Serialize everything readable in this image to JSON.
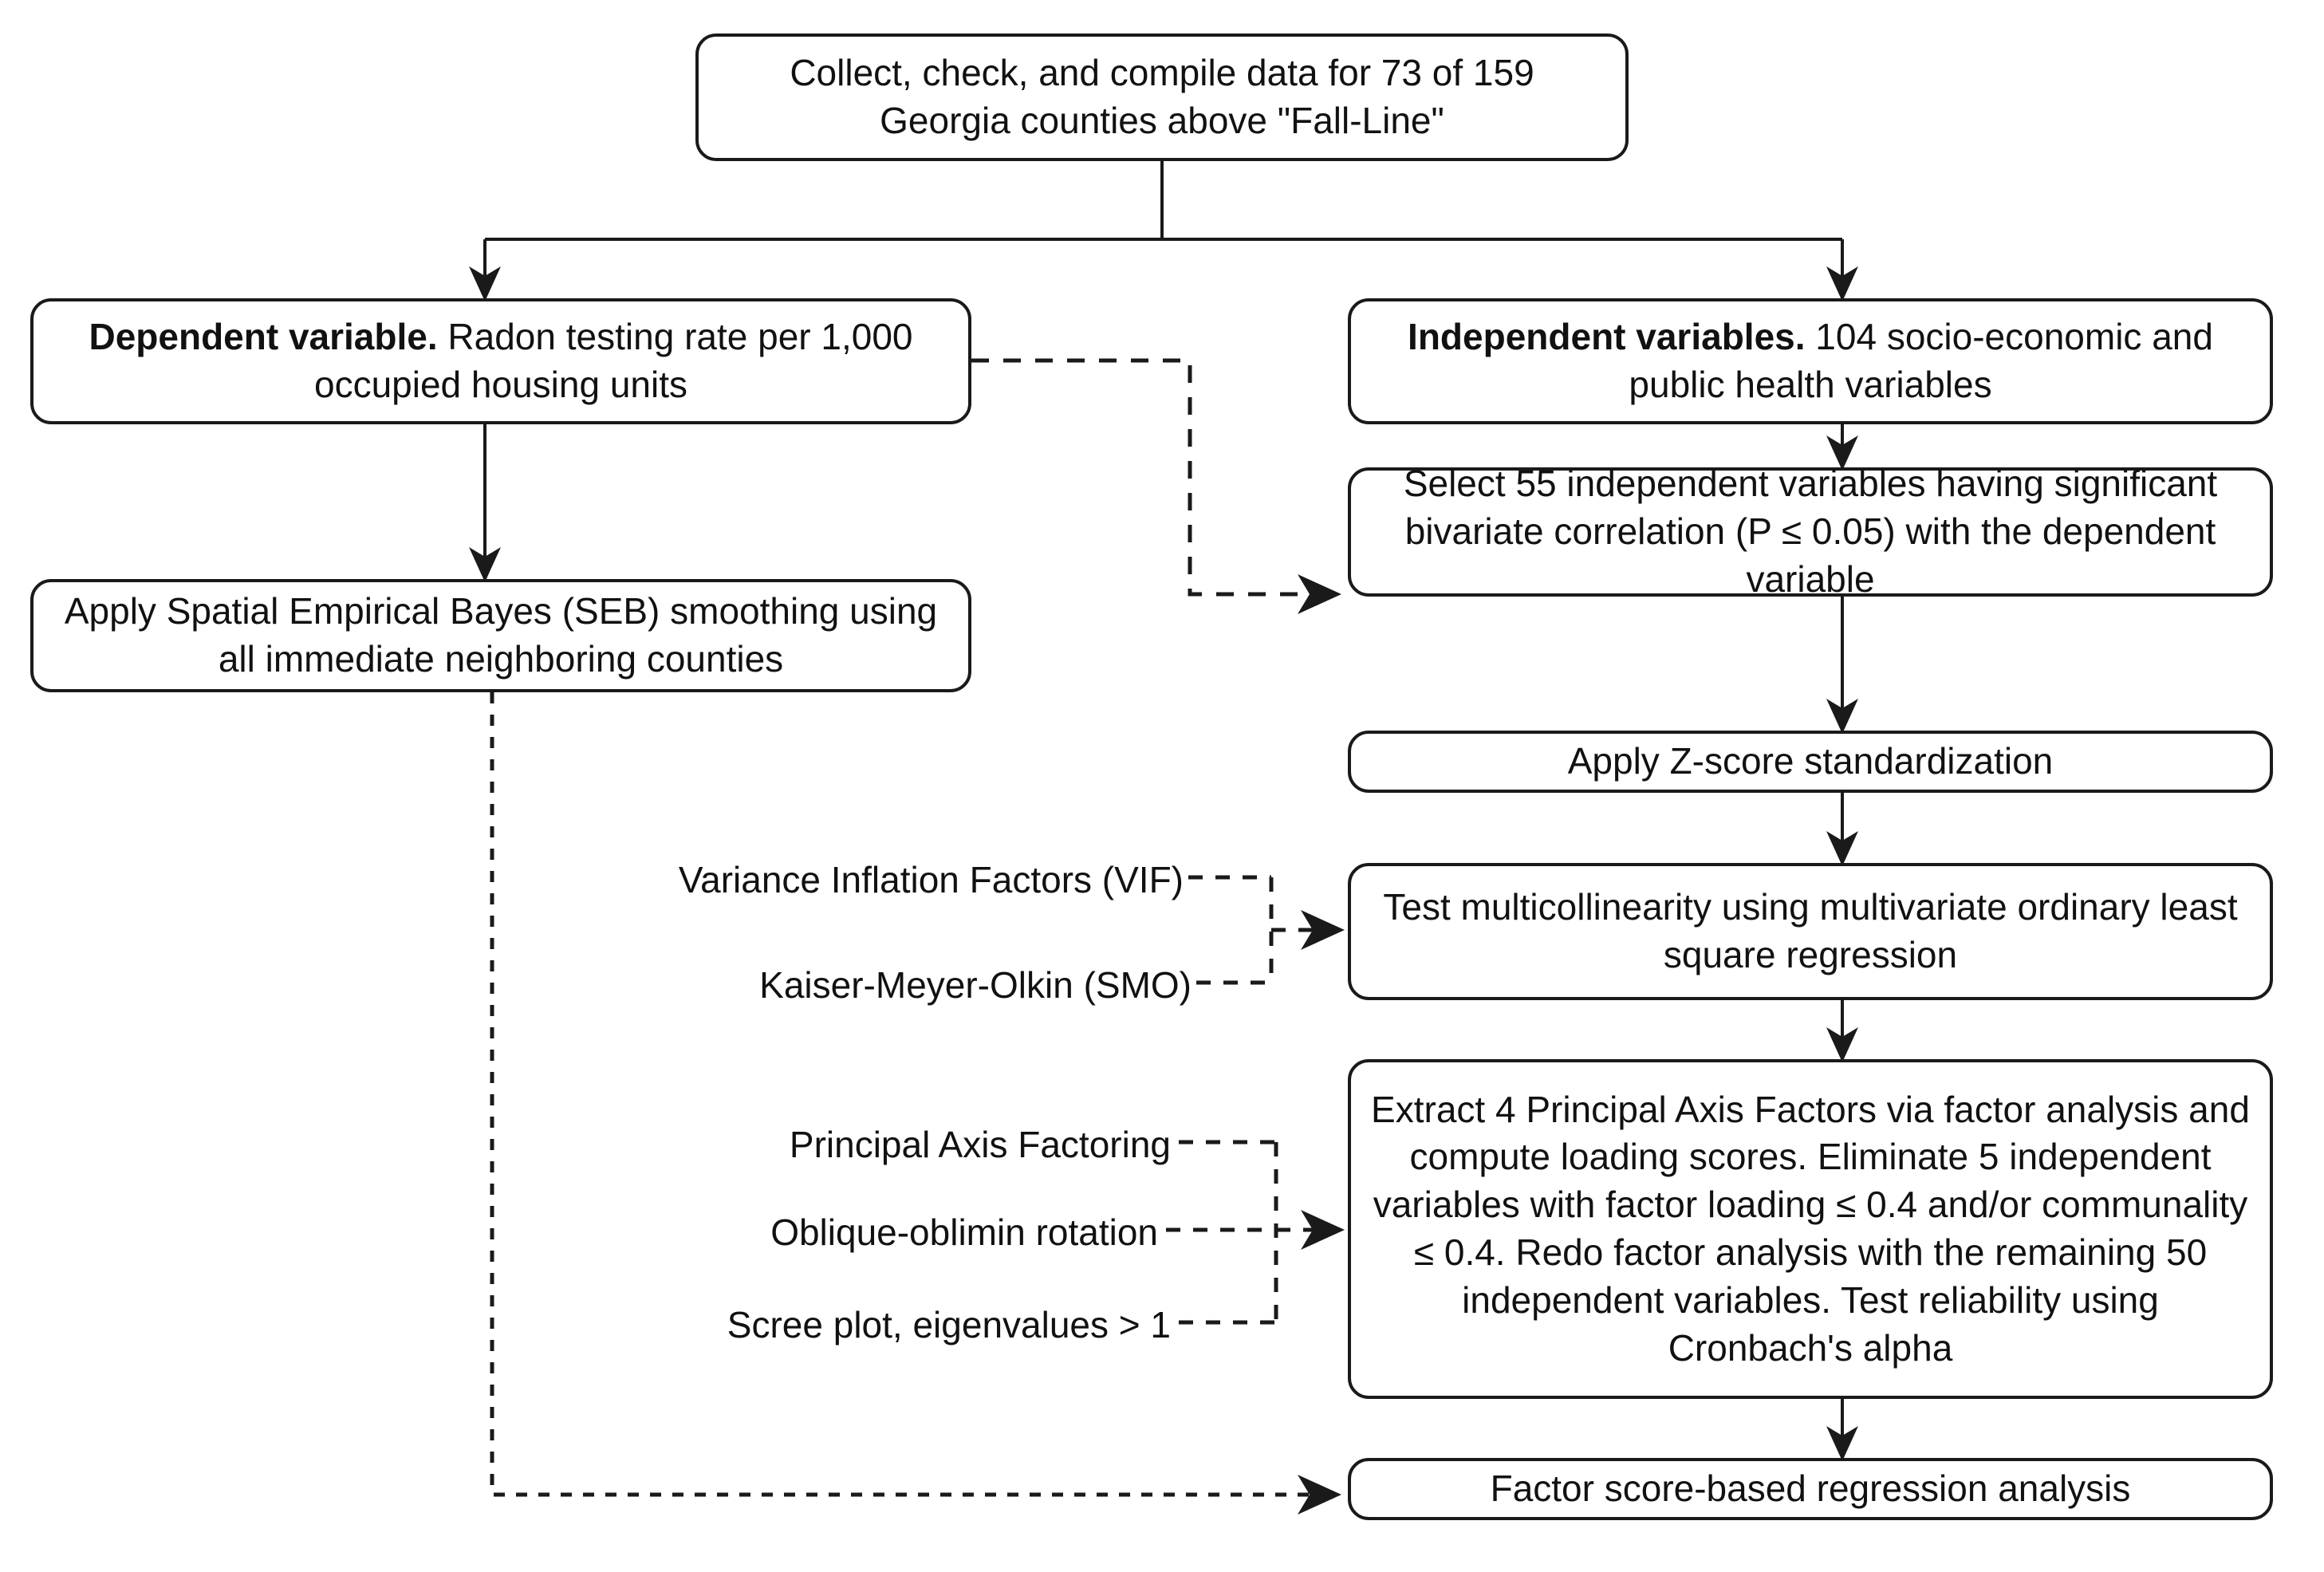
{
  "diagram": {
    "title": "Radon testing rate factor analysis workflow",
    "line_color": "#1a1a1a",
    "box_fill": "#ffffff",
    "text_color": "#111111"
  },
  "nodes": {
    "collect": {
      "line1": "Collect, check, and compile data for 73 of 159",
      "line2": "Georgia counties above \"Fall-Line\""
    },
    "dependent": {
      "bold": "Dependent variable.",
      "rest": " Radon testing rate per 1,000 occupied housing units"
    },
    "independent": {
      "bold": "Independent variables.",
      "rest": " 104 socio-economic and public health variables"
    },
    "seb": {
      "text": "Apply Spatial Empirical Bayes (SEB) smoothing using all immediate neighboring counties"
    },
    "select": {
      "text": "Select 55 independent variables having significant bivariate correlation (P ≤ 0.05) with the dependent variable"
    },
    "zscore": {
      "text": "Apply Z-score standardization"
    },
    "multicollinearity": {
      "text": "Test multicollinearity using multivariate ordinary least square regression"
    },
    "extract": {
      "text": "Extract 4 Principal Axis Factors via factor analysis and compute loading scores. Eliminate 5 independent variables with factor loading ≤ 0.4 and/or communality ≤ 0.4. Redo factor analysis with the remaining 50 independent variables. Test reliability using Cronbach's alpha"
    },
    "regression": {
      "text": "Factor score-based regression analysis"
    }
  },
  "side_labels": {
    "vif": "Variance Inflation Factors (VIF)",
    "kmo": "Kaiser-Meyer-Olkin (SMO)",
    "paf": "Principal Axis Factoring",
    "oblimin": "Oblique-oblimin rotation",
    "scree": "Scree plot, eigenvalues > 1"
  }
}
